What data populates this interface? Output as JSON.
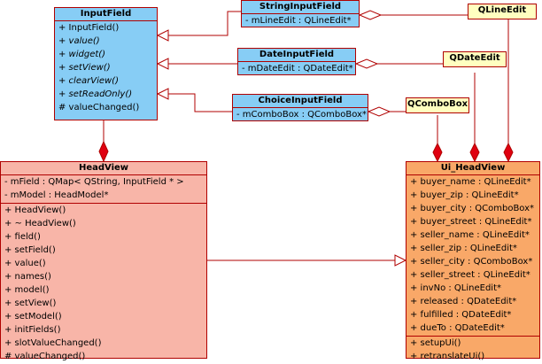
{
  "classes": {
    "inputfield": {
      "name": "InputField",
      "methods": [
        "+ InputField()",
        "+ value()",
        "+ widget()",
        "+ setView()",
        "+ clearView()",
        "+ setReadOnly()",
        "# valueChanged()"
      ]
    },
    "stringinputfield": {
      "name": "StringInputField",
      "attributes": [
        "- mLineEdit : QLineEdit*"
      ]
    },
    "dateinputfield": {
      "name": "DateInputField",
      "attributes": [
        "- mDateEdit : QDateEdit*"
      ]
    },
    "choiceinputfield": {
      "name": "ChoiceInputField",
      "attributes": [
        "- mComboBox : QComboBox*"
      ]
    },
    "qlineedit": {
      "name": "QLineEdit"
    },
    "qdateedit": {
      "name": "QDateEdit"
    },
    "qcombobox": {
      "name": "QComboBox"
    },
    "headview": {
      "name": "HeadView",
      "attributes": [
        "- mField : QMap< QString, InputField * >",
        "- mModel : HeadModel*"
      ],
      "methods": [
        "+ HeadView()",
        "+ ~ HeadView()",
        "+ field()",
        "+ setField()",
        "+ value()",
        "+ names()",
        "+ model()",
        "+ setView()",
        "+ setModel()",
        "+ initFields()",
        "+ slotValueChanged()",
        "# valueChanged()"
      ]
    },
    "ui_headview": {
      "name": "Ui_HeadView",
      "attributes": [
        "+ buyer_name : QLineEdit*",
        "+ buyer_zip : QLineEdit*",
        "+ buyer_city : QComboBox*",
        "+ buyer_street : QLineEdit*",
        "+ seller_name : QLineEdit*",
        "+ seller_zip : QLineEdit*",
        "+ seller_city : QComboBox*",
        "+ seller_street : QLineEdit*",
        "+ invNo : QLineEdit*",
        "+ released : QDateEdit*",
        "+ fulfilled : QDateEdit*",
        "+ dueTo : QDateEdit*"
      ],
      "methods": [
        "+ setupUi()",
        "+ retranslateUi()"
      ]
    }
  },
  "colors": {
    "border": "#b00000",
    "blue": "#87cdf5",
    "salmon": "#f8b5a8",
    "orange": "#f9a868",
    "yellow": "#ffffc0"
  }
}
